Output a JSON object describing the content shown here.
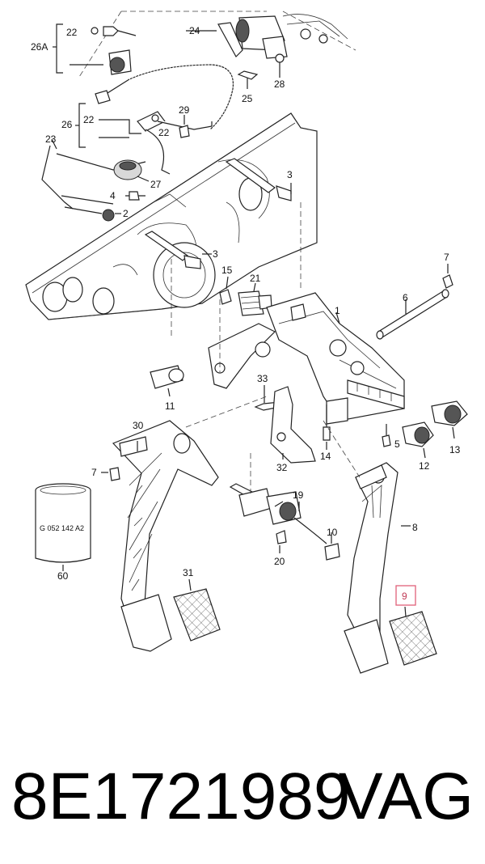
{
  "diagram": {
    "callouts": {
      "c22a": "22",
      "c26a": "26A",
      "c24": "24",
      "c28": "28",
      "c25": "25",
      "c29": "29",
      "c26": "26",
      "c22b": "22",
      "c22c": "22",
      "c23": "23",
      "c27": "27",
      "c4": "4",
      "c2": "2",
      "c3a": "3",
      "c3b": "3",
      "c15": "15",
      "c21": "21",
      "c7a": "7",
      "c6": "6",
      "c1": "1",
      "c33": "33",
      "c11": "11",
      "c30": "30",
      "c13": "13",
      "c5": "5",
      "c14": "14",
      "c32": "32",
      "c12": "12",
      "c7b": "7",
      "c19": "19",
      "c10": "10",
      "c8": "8",
      "c20": "20",
      "c31": "31",
      "c9": "9",
      "c60": "60"
    },
    "highlight_color": "#e0607a",
    "can_label": "G 052 142 A2"
  },
  "footer": {
    "part_number": "8E1721989",
    "brand": "VAG"
  }
}
